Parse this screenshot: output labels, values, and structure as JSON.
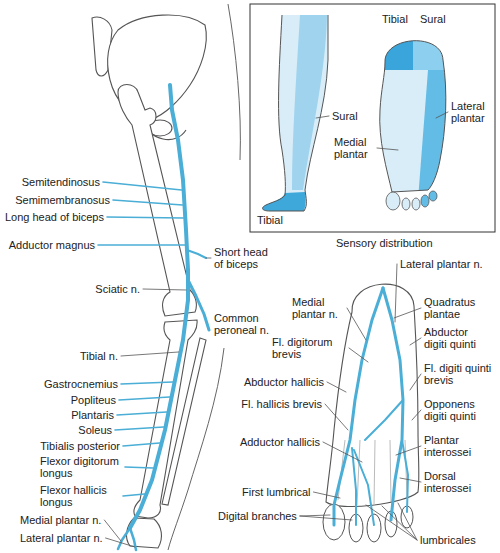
{
  "diagram": {
    "labels": [
      "Tibial",
      "Sural",
      "Sural",
      "Lateral plantar",
      "Medial plantar",
      "Tibial",
      "Sensory distribution",
      "Semitendinosus",
      "Semimembranosus",
      "Long head of biceps",
      "Adductor magnus",
      "Sciatic n.",
      "Short head of biceps",
      "Tibial n.",
      "Common peroneal n.",
      "Gastrocnemius",
      "Popliteus",
      "Plantaris",
      "Soleus",
      "Tibialis posterior",
      "Flexor digitorum longus",
      "Flexor hallicis longus",
      "Medial plantar n.",
      "Lateral plantar n.",
      "Lateral plantar n.",
      "Medial plantar n.",
      "Quadratus plantae",
      "Fl. digitorum brevis",
      "Abductor digiti quinti",
      "Abductor hallicis",
      "Fl. digiti quinti brevis",
      "Fl. hallicis brevis",
      "Opponens digiti quinti",
      "Adductor hallicis",
      "Plantar interossei",
      "Dorsal interossei",
      "First lumbrical",
      "Digital branches",
      "lumbricales"
    ]
  }
}
